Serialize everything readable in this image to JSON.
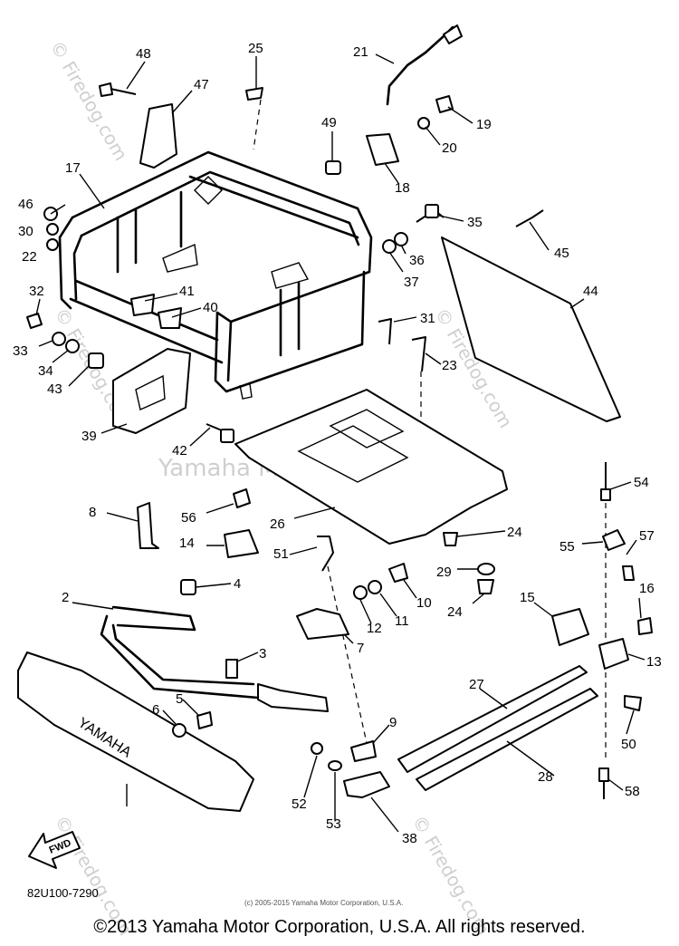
{
  "watermarks": {
    "center": "Yamaha Motor Corp., U.S.A.",
    "site": "© Firedog.com"
  },
  "parts": [
    {
      "num": "48"
    },
    {
      "num": "47"
    },
    {
      "num": "25"
    },
    {
      "num": "21"
    },
    {
      "num": "19"
    },
    {
      "num": "49"
    },
    {
      "num": "20"
    },
    {
      "num": "17"
    },
    {
      "num": "18"
    },
    {
      "num": "46"
    },
    {
      "num": "35"
    },
    {
      "num": "30"
    },
    {
      "num": "22"
    },
    {
      "num": "36"
    },
    {
      "num": "45"
    },
    {
      "num": "37"
    },
    {
      "num": "32"
    },
    {
      "num": "41"
    },
    {
      "num": "44"
    },
    {
      "num": "40"
    },
    {
      "num": "31"
    },
    {
      "num": "33"
    },
    {
      "num": "34"
    },
    {
      "num": "23"
    },
    {
      "num": "43"
    },
    {
      "num": "39"
    },
    {
      "num": "42"
    },
    {
      "num": "54"
    },
    {
      "num": "8"
    },
    {
      "num": "56"
    },
    {
      "num": "26"
    },
    {
      "num": "24"
    },
    {
      "num": "57"
    },
    {
      "num": "14"
    },
    {
      "num": "55"
    },
    {
      "num": "51"
    },
    {
      "num": "4"
    },
    {
      "num": "29"
    },
    {
      "num": "10"
    },
    {
      "num": "16"
    },
    {
      "num": "2"
    },
    {
      "num": "15"
    },
    {
      "num": "11"
    },
    {
      "num": "24"
    },
    {
      "num": "12"
    },
    {
      "num": "3"
    },
    {
      "num": "7"
    },
    {
      "num": "13"
    },
    {
      "num": "27"
    },
    {
      "num": "5"
    },
    {
      "num": "6"
    },
    {
      "num": "50"
    },
    {
      "num": "9"
    },
    {
      "num": "28"
    },
    {
      "num": "52"
    },
    {
      "num": "58"
    },
    {
      "num": "53"
    },
    {
      "num": "38"
    }
  ],
  "bumper_text": "YAMAHA",
  "fwd_label": "FWD",
  "drawing_code": "82U100-7290",
  "small_copyright": "(c) 2005-2015 Yamaha Motor Corporation, U.S.A.",
  "footer": "©2013 Yamaha Motor Corporation, U.S.A. All rights reserved."
}
